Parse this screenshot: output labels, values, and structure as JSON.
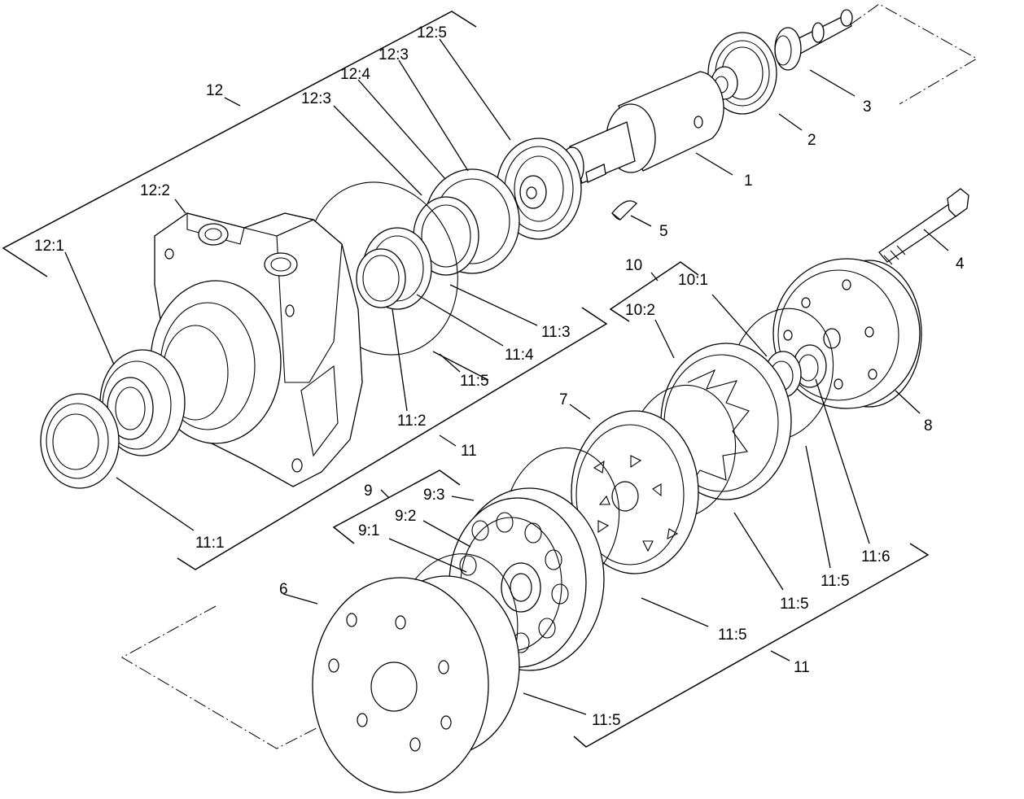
{
  "callouts": {
    "c1": "1",
    "c2": "2",
    "c3": "3",
    "c4": "4",
    "c5": "5",
    "c6": "6",
    "c7": "7",
    "c8": "8",
    "c9": "9",
    "c9_1": "9:1",
    "c9_2": "9:2",
    "c9_3": "9:3",
    "c10": "10",
    "c10_1": "10:1",
    "c10_2": "10:2",
    "c11_top": "11",
    "c11_bottom": "11",
    "c11_1": "11:1",
    "c11_2": "11:2",
    "c11_3": "11:3",
    "c11_4": "11:4",
    "c11_5_a": "11:5",
    "c11_5_b": "11:5",
    "c11_5_c": "11:5",
    "c11_5_d": "11:5",
    "c11_5_e": "11:5",
    "c11_6": "11:6",
    "c12": "12",
    "c12_1": "12:1",
    "c12_2": "12:2",
    "c12_3_a": "12:3",
    "c12_3_b": "12:3",
    "c12_4": "12:4",
    "c12_5": "12:5"
  }
}
